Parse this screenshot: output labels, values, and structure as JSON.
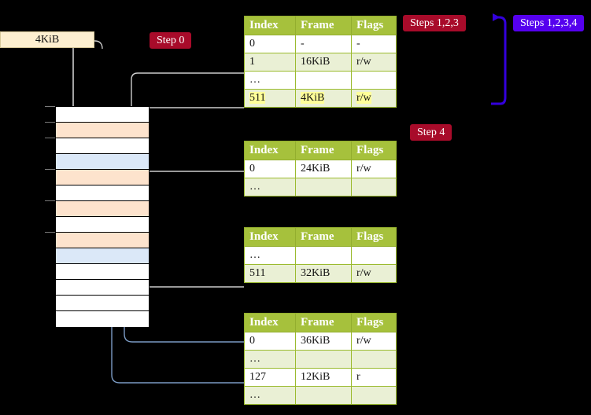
{
  "diagram": {
    "title_absent": true,
    "memory_box_label": "4KiB",
    "badges": [
      {
        "id": "step0",
        "label": "Step 0",
        "color": "#a80b2a"
      },
      {
        "id": "steps123",
        "label": "Steps 1,2,3",
        "color": "#a80b2a"
      },
      {
        "id": "steps1234",
        "label": "Steps 1,2,3,4",
        "color": "#5500ee"
      },
      {
        "id": "step4",
        "label": "Step 4",
        "color": "#a80b2a"
      }
    ],
    "memory_grid": {
      "rows": [
        {
          "fill": "white"
        },
        {
          "fill": "orange"
        },
        {
          "fill": "white"
        },
        {
          "fill": "blue"
        },
        {
          "fill": "orange"
        },
        {
          "fill": "white"
        },
        {
          "fill": "orange"
        },
        {
          "fill": "white"
        },
        {
          "fill": "orange"
        },
        {
          "fill": "blue"
        },
        {
          "fill": "white"
        },
        {
          "fill": "white"
        },
        {
          "fill": "white"
        },
        {
          "fill": "white"
        }
      ]
    },
    "tables": [
      {
        "id": "pml4",
        "headers": [
          "Index",
          "Frame",
          "Flags"
        ],
        "rows": [
          {
            "style": "plain",
            "cells": [
              "0",
              "-",
              "-"
            ],
            "highlight": [
              false,
              false,
              false
            ]
          },
          {
            "style": "alt",
            "cells": [
              "1",
              "16KiB",
              "r/w"
            ],
            "highlight": [
              false,
              false,
              false
            ]
          },
          {
            "style": "plain",
            "cells": [
              "…",
              "",
              ""
            ],
            "highlight": [
              false,
              false,
              false
            ]
          },
          {
            "style": "alt",
            "cells": [
              "511",
              "4KiB",
              "r/w"
            ],
            "highlight": [
              true,
              true,
              true
            ]
          }
        ]
      },
      {
        "id": "pdpt",
        "headers": [
          "Index",
          "Frame",
          "Flags"
        ],
        "rows": [
          {
            "style": "plain",
            "cells": [
              "0",
              "24KiB",
              "r/w"
            ],
            "highlight": [
              false,
              false,
              false
            ]
          },
          {
            "style": "alt",
            "cells": [
              "…",
              "",
              ""
            ],
            "highlight": [
              false,
              false,
              false
            ]
          }
        ]
      },
      {
        "id": "pd",
        "headers": [
          "Index",
          "Frame",
          "Flags"
        ],
        "rows": [
          {
            "style": "plain",
            "cells": [
              "…",
              "",
              ""
            ],
            "highlight": [
              false,
              false,
              false
            ]
          },
          {
            "style": "alt",
            "cells": [
              "511",
              "32KiB",
              "r/w"
            ],
            "highlight": [
              false,
              false,
              false
            ]
          }
        ]
      },
      {
        "id": "pt",
        "headers": [
          "Index",
          "Frame",
          "Flags"
        ],
        "rows": [
          {
            "style": "plain",
            "cells": [
              "0",
              "36KiB",
              "r/w"
            ],
            "highlight": [
              false,
              false,
              false
            ]
          },
          {
            "style": "alt",
            "cells": [
              "…",
              "",
              ""
            ],
            "highlight": [
              false,
              false,
              false
            ]
          },
          {
            "style": "plain",
            "cells": [
              "127",
              "12KiB",
              "r"
            ],
            "highlight": [
              false,
              false,
              false
            ]
          },
          {
            "style": "alt",
            "cells": [
              "…",
              "",
              ""
            ],
            "highlight": [
              false,
              false,
              false
            ]
          }
        ]
      }
    ],
    "colors": {
      "table_header": "#a6c13c",
      "table_alt_row": "#eaf0d5",
      "highlight": "#ffff99",
      "memory_orange": "#fde3cd",
      "memory_blue": "#dbe8f8",
      "badge_red": "#a80b2a",
      "badge_purple": "#5500ee",
      "wire_gray": "#b9b9b9",
      "wire_blue": "#7b9bc4",
      "banner": "#fdefd0",
      "background": "#000000"
    }
  }
}
